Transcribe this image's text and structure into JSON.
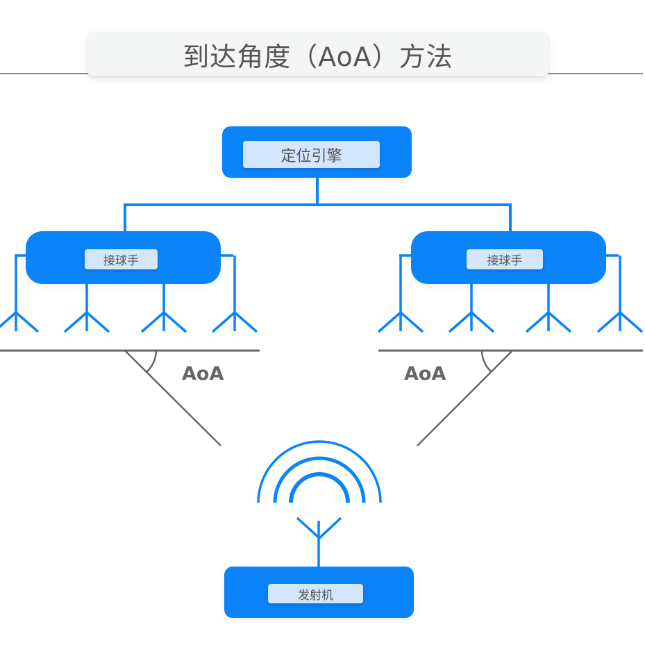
{
  "title": "到达角度（AoA）方法",
  "colors": {
    "node_blue": "#0a84f8",
    "label_bg": "#d4e6fc",
    "line_gray": "#666666",
    "title_bg": "#f4f5f5"
  },
  "nodes": {
    "engine": {
      "label": "定位引擎"
    },
    "receiver_left": {
      "label": "接球手"
    },
    "receiver_right": {
      "label": "接球手"
    },
    "transmitter": {
      "label": "发射机"
    }
  },
  "angles": {
    "left": {
      "label": "AoA"
    },
    "right": {
      "label": "AoA"
    }
  },
  "receiver_antenna_count": 4,
  "signal_arc_count": 3
}
